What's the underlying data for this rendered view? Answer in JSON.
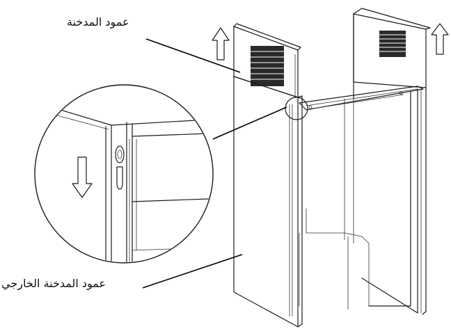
{
  "labels": {
    "chimney_column": "عمود المدخنة",
    "outer_chimney_column": "عمود المدخنة الخارجي"
  },
  "colors": {
    "line": "#1a1a1a",
    "vent": "#2a2a2a",
    "background": "#ffffff"
  },
  "icons": {
    "lift_arrows": "up-arrow-outline",
    "lower_arrow": "down-arrow-outline"
  }
}
